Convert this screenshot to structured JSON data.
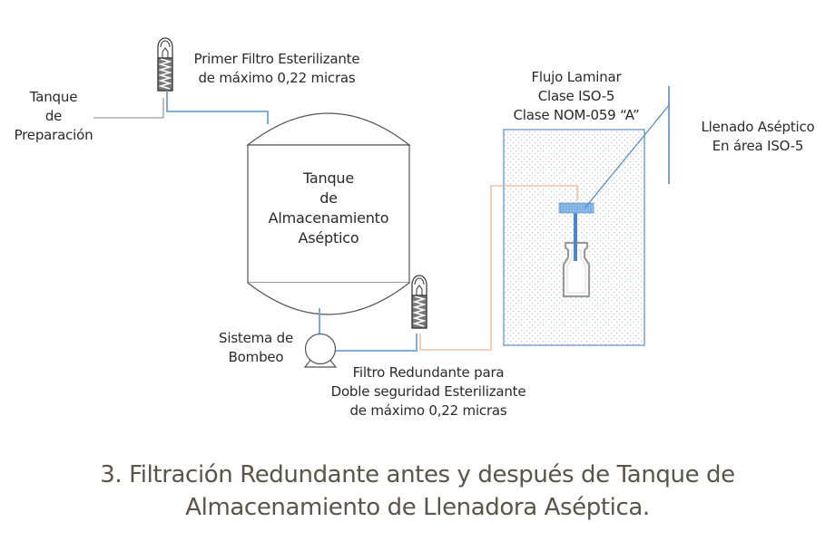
{
  "labels": {
    "prep_tank": [
      "Tanque",
      "de",
      "Preparación"
    ],
    "first_filter": [
      "Primer Filtro Esterilizante",
      "de máximo 0,22 micras"
    ],
    "storage_tank": [
      "Tanque",
      "de",
      "Almacenamiento",
      "Aséptico"
    ],
    "pump": [
      "Sistema de",
      "Bombeo"
    ],
    "redundant_filter": [
      "Filtro Redundante para",
      "Doble seguridad Esterilizante",
      "de máximo 0,22 micras"
    ],
    "laminar_flow": [
      "Flujo Laminar",
      "Clase ISO-5",
      "Clase NOM-059 “A”"
    ],
    "aseptic_filling": [
      "Llenado Aséptico",
      "En área ISO-5"
    ]
  },
  "caption": [
    "3. Filtración Redundante antes y después de Tanque de",
    "Almacenamiento de Llenadora Aséptica."
  ],
  "colors": {
    "pipe_gray": "#9a9a9a",
    "pipe_blue": "#6fa3d6",
    "pipe_peach": "#f2c0a8",
    "outline": "#555555",
    "laminar_border": "#7fa3cf",
    "nozzle": "#4a86cf",
    "caption_text": "#5a5449"
  }
}
